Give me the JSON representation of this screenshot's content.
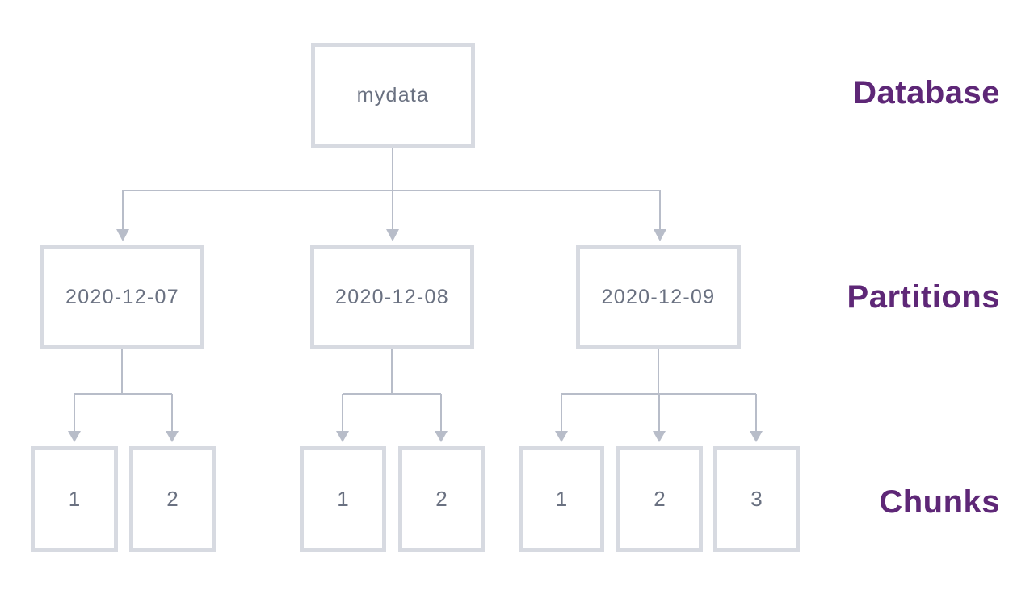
{
  "diagram": {
    "database": {
      "label": "mydata"
    },
    "partitions": [
      {
        "label": "2020-12-07",
        "chunks": [
          {
            "label": "1"
          },
          {
            "label": "2"
          }
        ]
      },
      {
        "label": "2020-12-08",
        "chunks": [
          {
            "label": "1"
          },
          {
            "label": "2"
          }
        ]
      },
      {
        "label": "2020-12-09",
        "chunks": [
          {
            "label": "1"
          },
          {
            "label": "2"
          },
          {
            "label": "3"
          }
        ]
      }
    ],
    "level_labels": {
      "database": "Database",
      "partitions": "Partitions",
      "chunks": "Chunks"
    },
    "colors": {
      "accent_purple": "#5E2777",
      "box_border": "#D7DAE1",
      "box_text": "#6A7181",
      "connector_gray": "#B8BDC9",
      "background": "#FFFFFF"
    }
  }
}
